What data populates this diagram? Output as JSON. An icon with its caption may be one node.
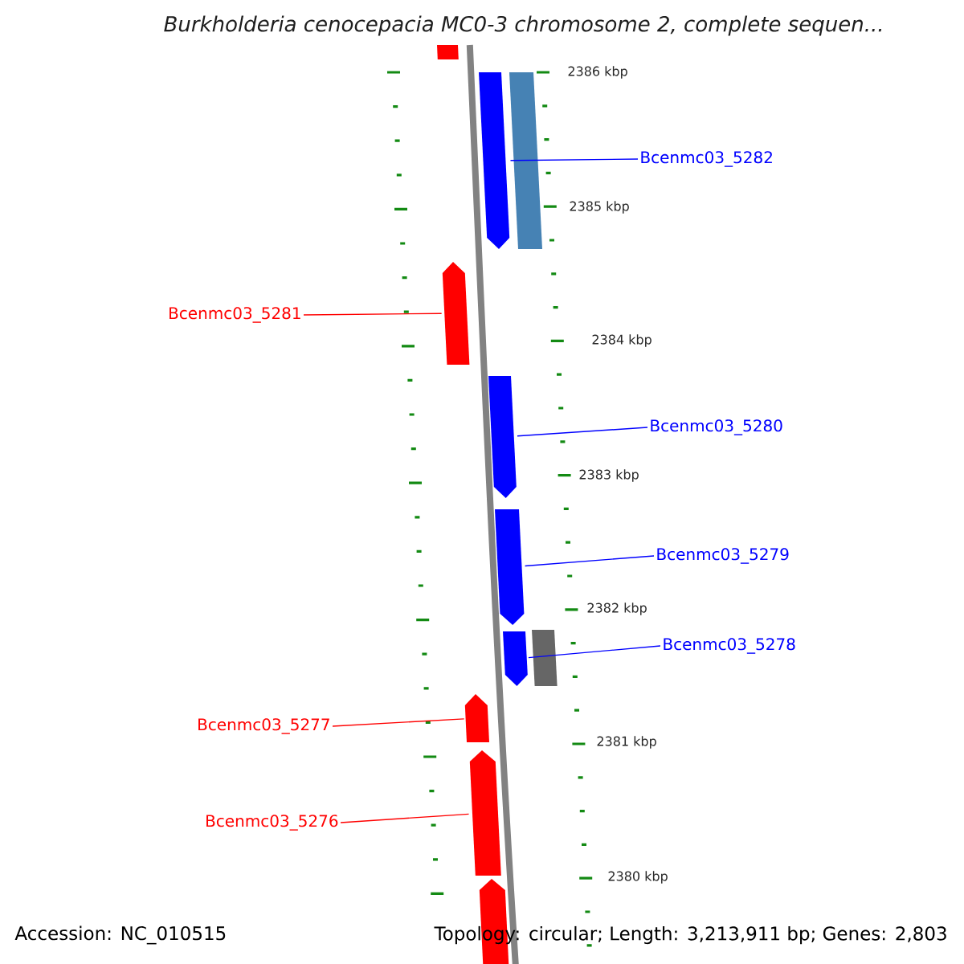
{
  "diagram": {
    "title": "Burkholderia cenocepacia MC0-3 chromosome 2, complete sequen...",
    "nodes": [
      {
        "text": [],
        "shape": "bar"
      },
      {
        "text": [],
        "shape": "bar"
      },
      {
        "text": [],
        "shape": "bar"
      },
      {
        "text": [
          "Bcenmc03_5282"
        ]
      },
      {
        "text": [
          "Bcenmc03_5281"
        ]
      },
      {
        "text": [],
        "shape": "bar"
      },
      {
        "text": [],
        "shape": "bar"
      },
      {
        "text": [
          "Bcenmc03_5280"
        ]
      },
      {
        "text": [],
        "shape": "bar"
      },
      {
        "text": [
          "Bcenmc03_5279"
        ]
      },
      {
        "text": [],
        "shape": "bar"
      },
      {
        "text": [],
        "shape": "bar"
      },
      {
        "text": [
          "Bcenmc03_5278"
        ]
      },
      {
        "text": [],
        "shape": "bar"
      },
      {
        "text": [
          "Bcenmc03_5277"
        ]
      },
      {
        "text": [
          "Bcenmc03_5276"
        ]
      },
      {
        "text": [],
        "shape": "bar"
      },
      {
        "text": [],
        "shape": "bar"
      }
    ],
    "edges": [
      {
        "from": 3,
        "to": 1,
        "arrow": "none"
      },
      {
        "from": 4,
        "to": 5,
        "arrow": "none",
        "color": "#ff0000"
      },
      {
        "from": 7,
        "to": 6,
        "arrow": "none"
      },
      {
        "from": 9,
        "to": 8,
        "arrow": "none"
      },
      {
        "from": 12,
        "to": 10,
        "arrow": "none"
      },
      {
        "from": 14,
        "to": 13,
        "arrow": "none",
        "color": "#ff0000"
      },
      {
        "from": 15,
        "to": 16,
        "arrow": "none",
        "color": "#ff0000"
      }
    ],
    "labels": [
      "2386 kbp",
      "2385 kbp",
      "2384 kbp",
      "2383 kbp",
      "2382 kbp",
      "2381 kbp",
      "2380 kbp",
      "Accession: NC_010515",
      "Topology: circular; Length: 3,213,911 bp; Genes: 2,803"
    ]
  }
}
